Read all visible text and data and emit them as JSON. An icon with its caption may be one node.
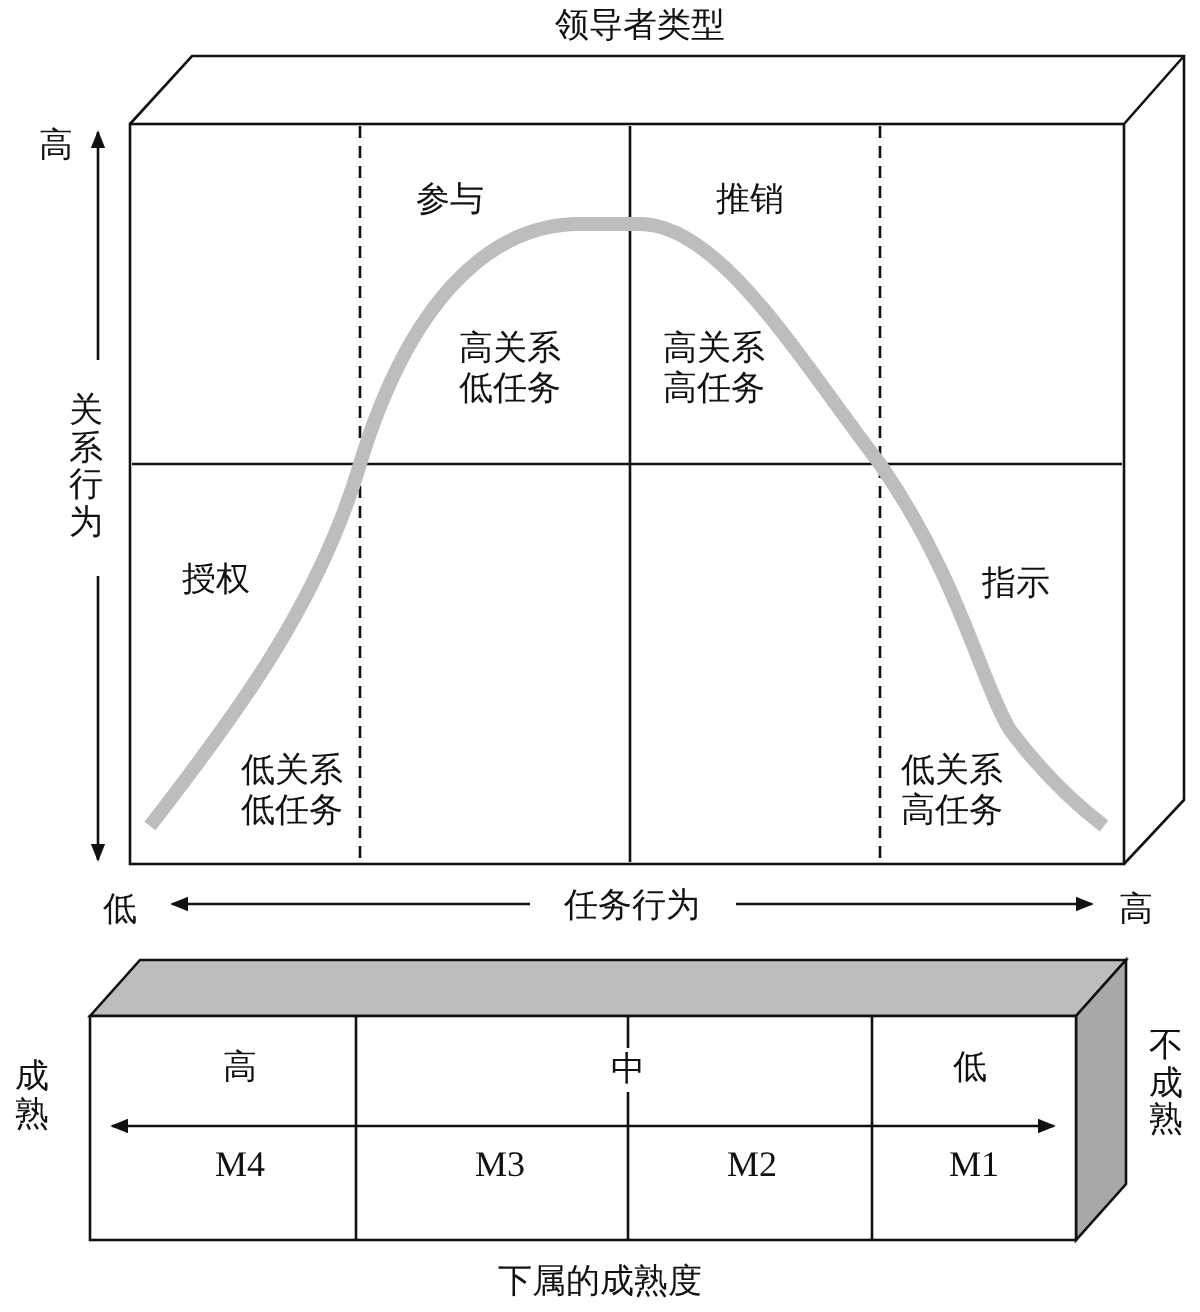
{
  "diagram": {
    "title": "领导者类型",
    "caption": "下属的成熟度",
    "labels": [
      "高",
      "参与",
      "推销",
      "高关系低任务",
      "高关系高任务",
      "关系行为",
      "授权",
      "指示",
      "低关系低任务",
      "低关系高任务",
      "低",
      "任务行为",
      "高",
      "高",
      "中",
      "低",
      "成熟",
      "不成熟",
      "M4",
      "M3",
      "M2",
      "M1"
    ]
  }
}
